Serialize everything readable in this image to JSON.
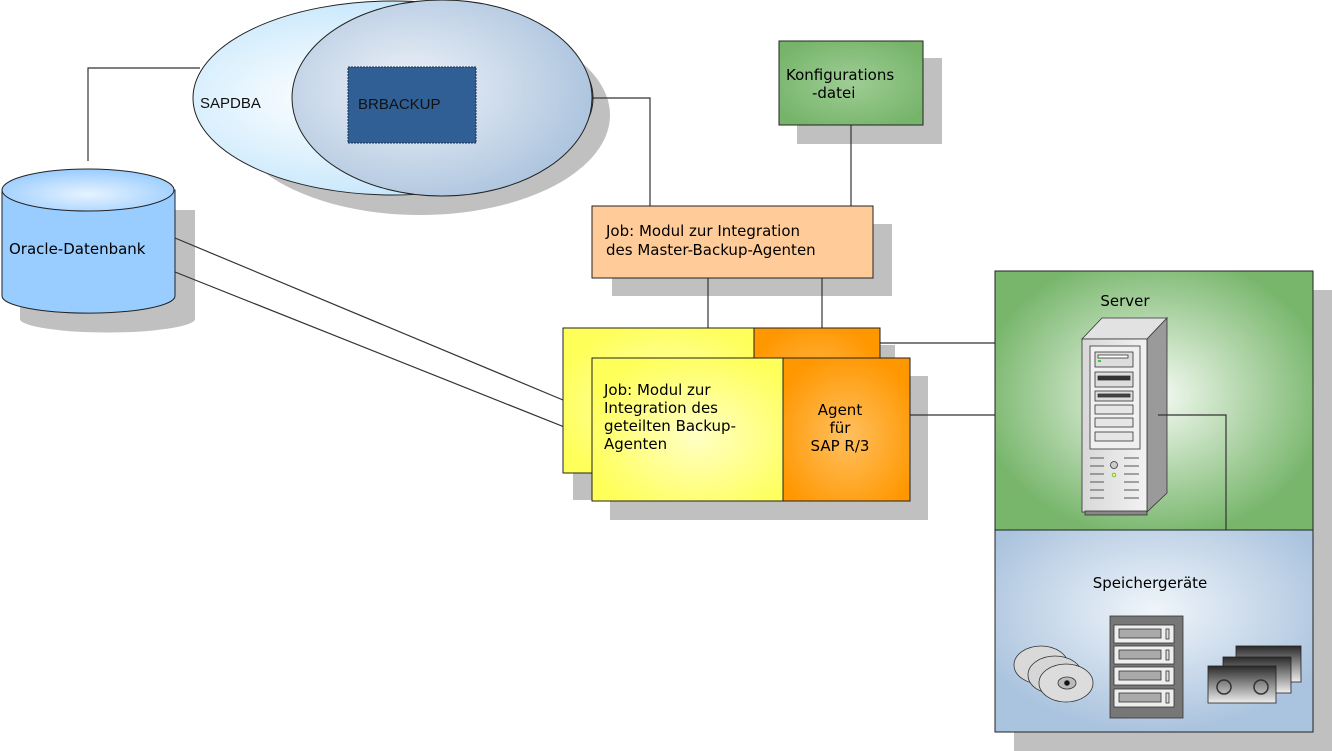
{
  "diagram": {
    "nodes": {
      "sapdba": {
        "label": "SAPDBA"
      },
      "brbackup": {
        "label": "BRBACKUP"
      },
      "oracle_db": {
        "label": "Oracle-Datenbank"
      },
      "config_file": {
        "lines": [
          "Konfigurations",
          "-datei"
        ]
      },
      "master_job": {
        "lines": [
          "Job: Modul zur Integration",
          "des Master-Backup-Agenten"
        ]
      },
      "shared_job": {
        "lines": [
          "Job: Modul zur",
          "Integration des",
          "geteilten Backup-",
          "Agenten"
        ]
      },
      "sap_agent": {
        "lines": [
          "Agent",
          "für",
          "SAP R/3"
        ]
      },
      "server": {
        "label": "Server"
      },
      "storage": {
        "label": "Speichergeräte"
      }
    },
    "colors": {
      "ellipse_outer": "#d6eefc",
      "ellipse_inner": "#b9cde2",
      "brbackup_fill": "#2f5f94",
      "db_fill": "#99ccff",
      "config_fill": "#7cb772",
      "master_job_fill": "#ffcc99",
      "shared_job_fill": "#ffff66",
      "agent_fill": "#ff9900",
      "server_fill": "#78b66c",
      "storage_fill": "#aec6df",
      "shadow": "#c0c0c0"
    }
  }
}
